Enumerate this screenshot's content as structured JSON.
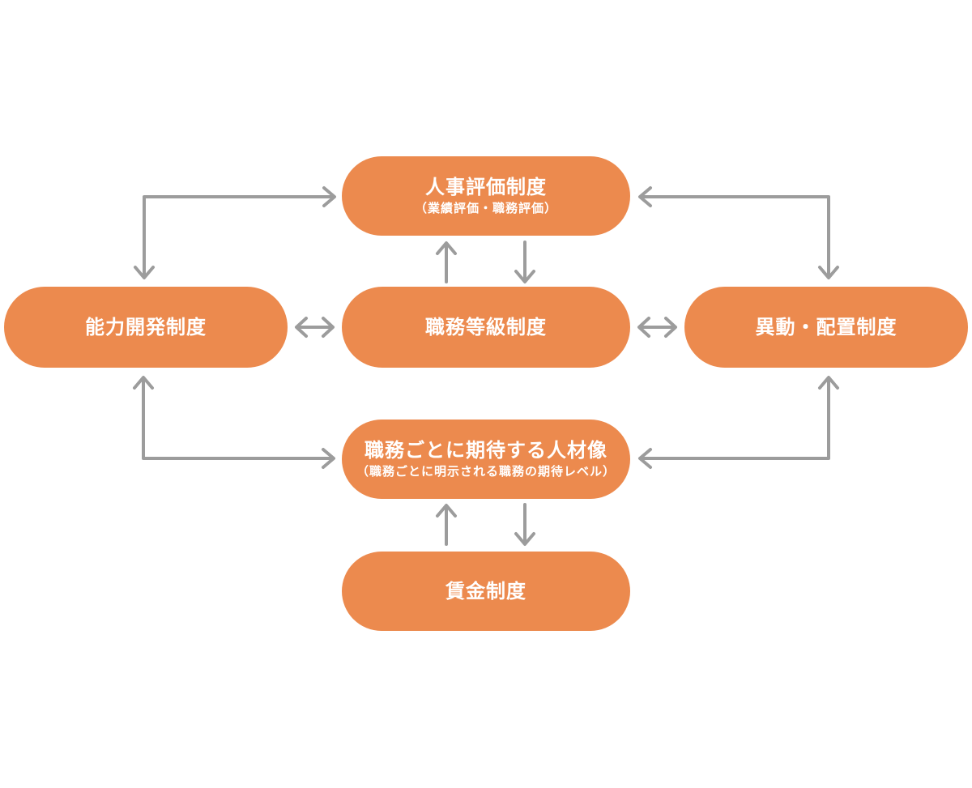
{
  "diagram": {
    "nodes": [
      {
        "id": "evaluation",
        "label": "人事評価制度",
        "sublabel": "（業績評価・職務評価）"
      },
      {
        "id": "development",
        "label": "能力開発制度",
        "sublabel": ""
      },
      {
        "id": "grade",
        "label": "職務等級制度",
        "sublabel": ""
      },
      {
        "id": "transfer",
        "label": "異動・配置制度",
        "sublabel": ""
      },
      {
        "id": "talent",
        "label": "職務ごとに期待する人材像",
        "sublabel": "（職務ごとに明示される職務の期待レベル）"
      },
      {
        "id": "wage",
        "label": "賃金制度",
        "sublabel": ""
      }
    ],
    "connections": [
      {
        "from": "能力開発制度",
        "to": "人事評価制度",
        "arrows": "both",
        "shape": "elbow"
      },
      {
        "from": "異動・配置制度",
        "to": "人事評価制度",
        "arrows": "both",
        "shape": "elbow"
      },
      {
        "from": "職務等級制度",
        "to": "人事評価制度",
        "arrows": "single",
        "shape": "straight-up"
      },
      {
        "from": "人事評価制度",
        "to": "職務等級制度",
        "arrows": "single",
        "shape": "straight-down"
      },
      {
        "from": "能力開発制度",
        "to": "職務等級制度",
        "arrows": "both",
        "shape": "straight-horizontal"
      },
      {
        "from": "職務等級制度",
        "to": "異動・配置制度",
        "arrows": "both",
        "shape": "straight-horizontal"
      },
      {
        "from": "能力開発制度",
        "to": "職務ごとに期待する人材像",
        "arrows": "both",
        "shape": "elbow"
      },
      {
        "from": "異動・配置制度",
        "to": "職務ごとに期待する人材像",
        "arrows": "both",
        "shape": "elbow"
      },
      {
        "from": "賃金制度",
        "to": "職務ごとに期待する人材像",
        "arrows": "single",
        "shape": "straight-up"
      },
      {
        "from": "職務ごとに期待する人材像",
        "to": "賃金制度",
        "arrows": "single",
        "shape": "straight-down"
      }
    ]
  },
  "colors": {
    "node_fill": "#EC8A4E",
    "node_text": "#FFFFFF",
    "arrow": "#9C9C9C",
    "background": "#FFFFFF"
  }
}
